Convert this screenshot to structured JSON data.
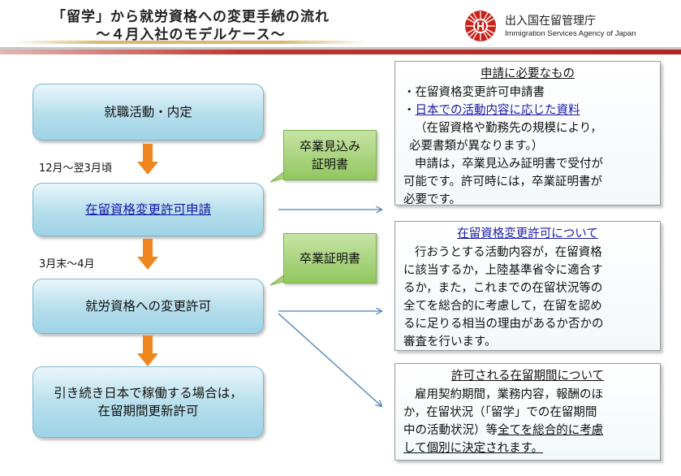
{
  "header": {
    "title_line1": "「留学」から就労資格への変更手続の流れ",
    "title_line2": "〜４月入社のモデルケース〜",
    "agency_name_ja": "出入国在留管理庁",
    "agency_name_en": "Immigration Services Agency of Japan",
    "logo_icon": "agency-emblem-icon"
  },
  "flow": {
    "step1": "就職活動・内定",
    "period1": "12月〜翌3月頃",
    "step2": "在留資格変更許可申請",
    "period2": "3月末〜4月",
    "step3": "就労資格への変更許可",
    "step4_line1": "引き続き日本で稼働する場合は，",
    "step4_line2": "在留期間更新許可"
  },
  "callouts": {
    "c1_line1": "卒業見込み",
    "c1_line2": "証明書",
    "c2": "卒業証明書"
  },
  "info_required": {
    "title": "申請に必要なもの",
    "item1": "・在留資格変更許可申請書",
    "item2_bullet": "・",
    "item2_link": "日本での活動内容に応じた資料",
    "note_line1": "（在留資格や勤務先の規模により，",
    "note_line2": "必要書類が異なります。）",
    "body_line1": "申請は，卒業見込み証明書で受付が",
    "body_line2": "可能です。許可時には，卒業証明書が",
    "body_line3": "必要です。"
  },
  "info_change": {
    "title": "在留資格変更許可について",
    "line1": "行おうとする活動内容が，在留資格",
    "line2": "に該当するか，上陸基準省令に適合す",
    "line3": "るか，また，これまでの在留状況等の",
    "line4": "全てを総合的に考慮して，在留を認め",
    "line5": "るに足りる相当の理由があるか否かの",
    "line6": "審査を行います。"
  },
  "info_period": {
    "title": "許可される在留期間について",
    "line1": "雇用契約期間，業務内容，報酬のほ",
    "line2": "か，在留状況（「留学」での在留期間",
    "line3_a": "中の活動状況）等",
    "line3_b": "全てを総合的に考慮",
    "line4": "して個別に決定されます。"
  },
  "colors": {
    "step_fill": "#9fd3e6",
    "callout_fill": "#92c75f",
    "arrow_orange": "#f0861e",
    "connector_blue": "#4a7fb8",
    "header_red": "#b3241c",
    "link_blue": "#1a1aa6"
  }
}
